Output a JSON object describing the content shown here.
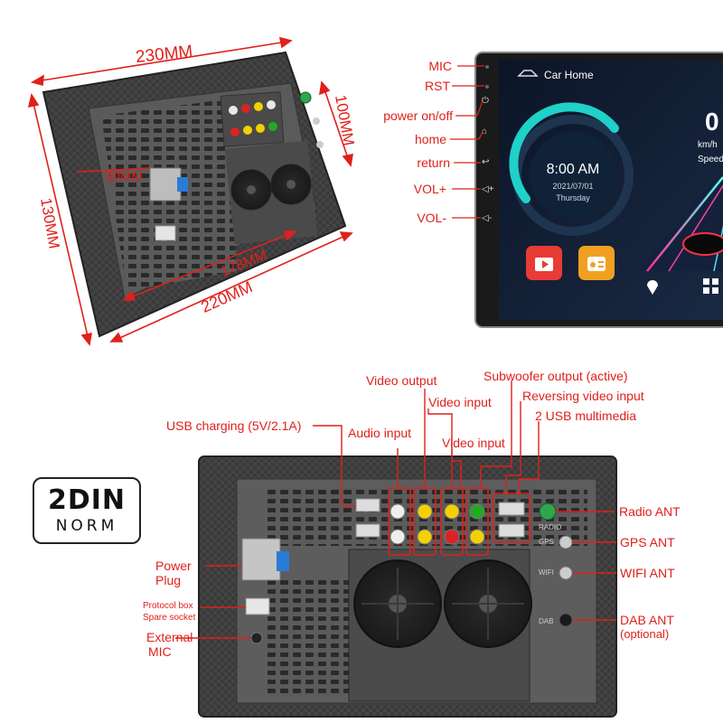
{
  "dimensions": {
    "width_top": "230MM",
    "depth_side": "100MM",
    "height_side": "130MM",
    "connector": "30MM",
    "inner_width": "178MM",
    "bottom_width": "220MM"
  },
  "screen": {
    "app_title": "Car Home",
    "time": "8:00 AM",
    "date": "2021/07/01",
    "weekday": "Thursday",
    "speed_value": "0",
    "speed_unit": "km/h",
    "speed_label": "Speed"
  },
  "side_buttons": {
    "mic": "MIC",
    "rst": "RST",
    "power": "power on/off",
    "home": "home",
    "return": "return",
    "vol_up": "VOL+",
    "vol_down": "VOL-"
  },
  "badge": {
    "line1": "2DIN",
    "line2": "NORM"
  },
  "ports": {
    "video_output": "Video output",
    "video_input_1": "Video input",
    "video_input_2": "Video input",
    "subwoofer": "Subwoofer output (active)",
    "reversing": "Reversing video input",
    "usb_multi": "2 USB multimedia",
    "usb_charging": "USB charging (5V/2.1A)",
    "audio_input": "Audio input",
    "radio_ant": "Radio ANT",
    "gps_ant": "GPS ANT",
    "wifi_ant": "WIFI ANT",
    "dab_ant": "DAB ANT",
    "dab_optional": "(optional)",
    "power_plug_1": "Power",
    "power_plug_2": "Plug",
    "protocol_1": "Protocol box",
    "protocol_2": "Spare socket",
    "ext_mic_1": "External",
    "ext_mic_2": "MIC"
  },
  "panel_labels": {
    "radio": "RADIO",
    "gps": "GPS",
    "wifi": "WIFI",
    "dab": "DAB"
  },
  "colors": {
    "annotation_red": "#e0201b",
    "screen_bg": "#0d1a2e",
    "ring_teal": "#1fd1c8",
    "video_app": "#e83b35",
    "radio_app": "#f0a020"
  }
}
